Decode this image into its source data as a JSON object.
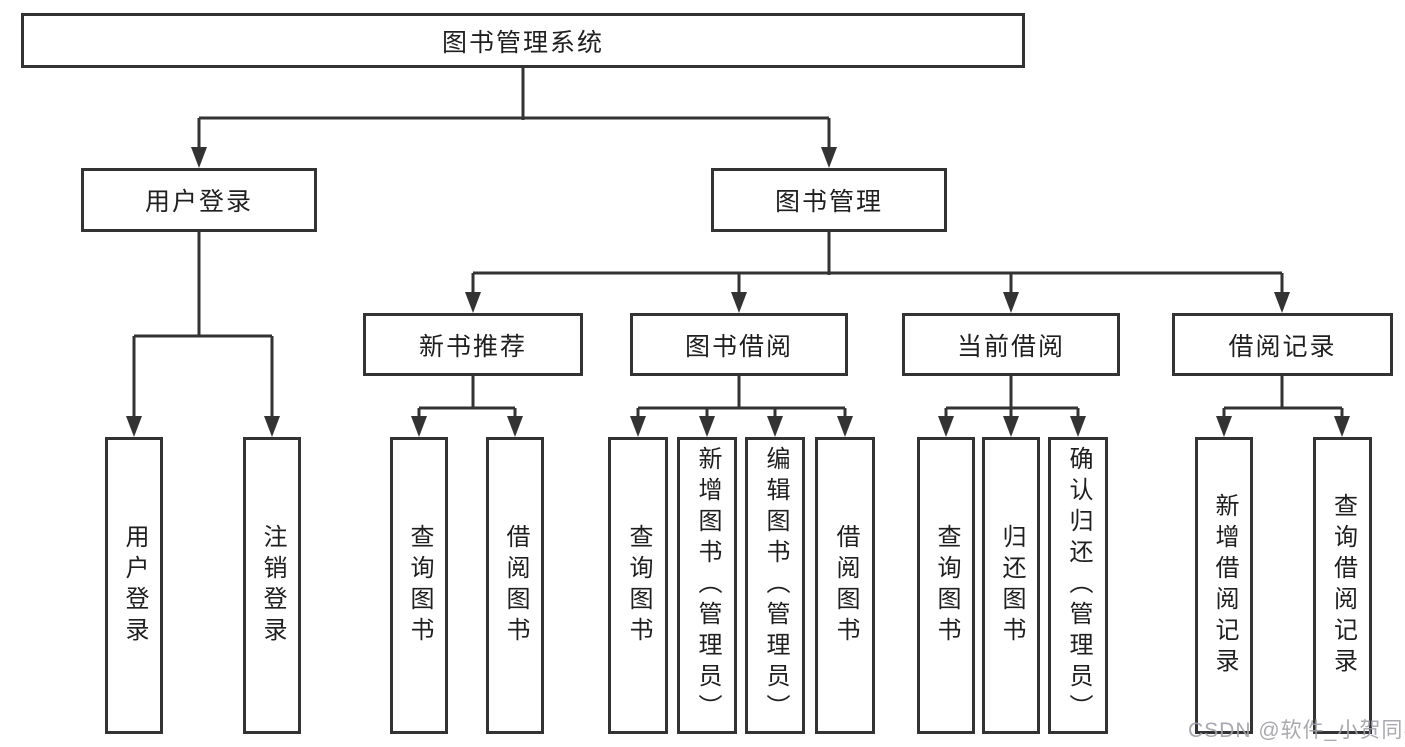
{
  "diagram": {
    "root_label": "图书管理系统",
    "level2": [
      "用户登录",
      "图书管理"
    ],
    "level3": [
      "新书推荐",
      "图书借阅",
      "当前借阅",
      "借阅记录"
    ],
    "leaves": {
      "user_login": [
        "用户登录",
        "注销登录"
      ],
      "new_book": [
        "查询图书",
        "借阅图书"
      ],
      "book_borrow": [
        "查询图书",
        "新增图书（管理员）",
        "编辑图书（管理员）",
        "借阅图书"
      ],
      "current_borrow": [
        "查询图书",
        "归还图书",
        "确认归还（管理员）"
      ],
      "borrow_record": [
        "新增借阅记录",
        "查询借阅记录"
      ]
    },
    "watermark": "CSDN @软件_小贺同学",
    "colors": {
      "line": "#333333",
      "box_border": "#333333",
      "text": "#1f1f1f",
      "background": "#ffffff",
      "watermark": "#a0a0a8"
    }
  }
}
